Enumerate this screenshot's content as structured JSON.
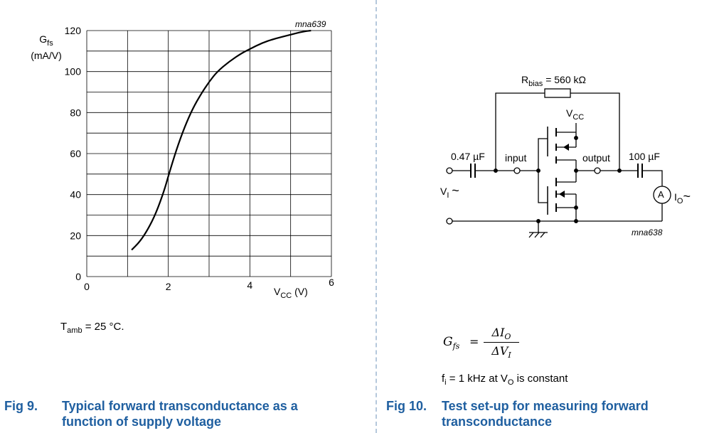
{
  "chart_data": {
    "type": "line",
    "id_label": "mna639",
    "ylabel": {
      "main": "G",
      "sub": "fs",
      "unit": "(mA/V)"
    },
    "xlabel": {
      "main": "V",
      "sub": "CC",
      "unit": "(V)"
    },
    "xlim": [
      0,
      6
    ],
    "ylim": [
      0,
      120
    ],
    "x_ticks": [
      0,
      2,
      4,
      6
    ],
    "y_ticks": [
      0,
      20,
      40,
      60,
      80,
      100,
      120
    ],
    "grid": true,
    "series": [
      {
        "x": [
          1.1,
          1.3,
          1.5,
          1.7,
          1.9,
          2.0,
          2.2,
          2.4,
          2.6,
          2.8,
          3.0,
          3.2,
          3.5,
          3.8,
          4.0,
          4.3,
          4.6,
          5.0,
          5.3,
          5.5
        ],
        "y": [
          13,
          17,
          23,
          31,
          42,
          49,
          62,
          73,
          82,
          89,
          95,
          100,
          105,
          109,
          111,
          114,
          116,
          118,
          119.5,
          120
        ]
      }
    ]
  },
  "fig9": {
    "note_main": "T",
    "note_sub": "amb",
    "note_rest": " = 25 °C.",
    "label_num": "Fig 9.",
    "label_line1": "Typical forward transconductance as a",
    "label_line2": "function of supply voltage"
  },
  "fig10": {
    "id_label": "mna638",
    "rbias_main": "R",
    "rbias_sub": "bias",
    "rbias_rest": " = 560 kΩ",
    "vcc_main": "V",
    "vcc_sub": "CC",
    "cap_in": "0.47 µF",
    "cap_out": "100 µF",
    "input_label": "input",
    "output_label": "output",
    "vi_main": "V",
    "vi_sub": "I",
    "io_main": "I",
    "io_sub": "O",
    "meter_letter": "A",
    "tilde": "~",
    "formula_lhs_main": "G",
    "formula_lhs_sub": "fs",
    "formula_eq": "=",
    "formula_num_main": "ΔI",
    "formula_num_sub": "O",
    "formula_den_main": "ΔV",
    "formula_den_sub": "I",
    "cond_f": "f",
    "cond_f_sub": "i",
    "cond_mid": " = 1 kHz at V",
    "cond_v_sub": "O",
    "cond_end": " is constant",
    "label_num": "Fig 10.",
    "label_line1": "Test set-up for measuring forward",
    "label_line2": "transconductance"
  }
}
